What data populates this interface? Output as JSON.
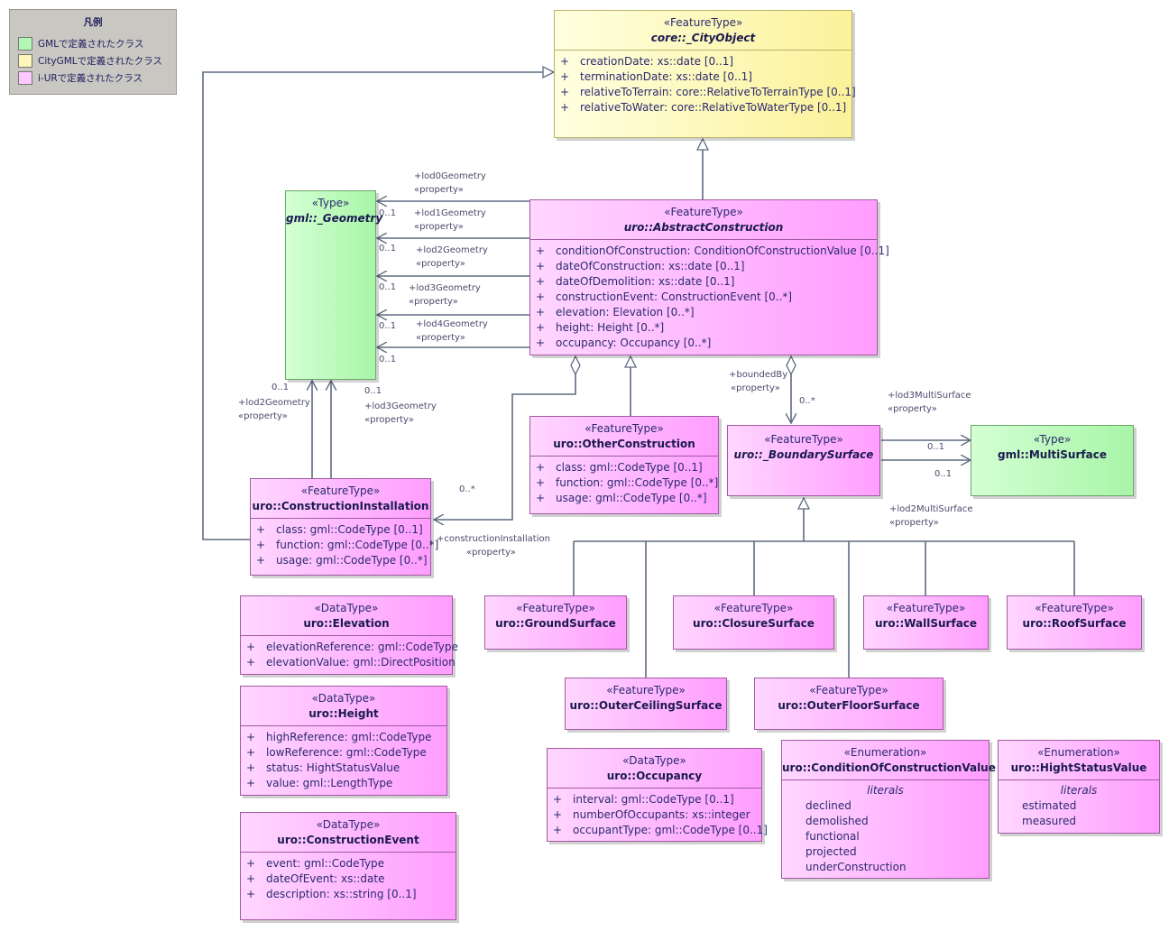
{
  "legend": {
    "title": "凡例",
    "items": [
      {
        "label": "GMLで定義されたクラス",
        "color": "#b4f7b4"
      },
      {
        "label": "CityGMLで定義されたクラス",
        "color": "#fcf6bc"
      },
      {
        "label": "i-URで定義されたクラス",
        "color": "#ffc8ff"
      }
    ]
  },
  "classes": {
    "cityObject": {
      "stereotype": "«FeatureType»",
      "name": "core::_CityObject",
      "attrs": [
        "creationDate: xs::date [0..1]",
        "terminationDate: xs::date [0..1]",
        "relativeToTerrain: core::RelativeToTerrainType [0..1]",
        "relativeToWater: core::RelativeToWaterType [0..1]"
      ]
    },
    "geometry": {
      "stereotype": "«Type»",
      "name": "gml::_Geometry"
    },
    "abstractConstruction": {
      "stereotype": "«FeatureType»",
      "name": "uro::AbstractConstruction",
      "attrs": [
        "conditionOfConstruction: ConditionOfConstructionValue [0..1]",
        "dateOfConstruction: xs::date [0..1]",
        "dateOfDemolition: xs::date [0..1]",
        "constructionEvent: ConstructionEvent [0..*]",
        "elevation: Elevation [0..*]",
        "height: Height [0..*]",
        "occupancy: Occupancy [0..*]"
      ]
    },
    "otherConstruction": {
      "stereotype": "«FeatureType»",
      "name": "uro::OtherConstruction",
      "attrs": [
        "class: gml::CodeType [0..1]",
        "function: gml::CodeType [0..*]",
        "usage: gml::CodeType [0..*]"
      ]
    },
    "boundarySurface": {
      "stereotype": "«FeatureType»",
      "name": "uro::_BoundarySurface"
    },
    "multiSurface": {
      "stereotype": "«Type»",
      "name": "gml::MultiSurface"
    },
    "constructionInstallation": {
      "stereotype": "«FeatureType»",
      "name": "uro::ConstructionInstallation",
      "attrs": [
        "class: gml::CodeType [0..1]",
        "function: gml::CodeType [0..*]",
        "usage: gml::CodeType [0..*]"
      ]
    },
    "elevation": {
      "stereotype": "«DataType»",
      "name": "uro::Elevation",
      "attrs": [
        "elevationReference: gml::CodeType",
        "elevationValue: gml::DirectPosition"
      ]
    },
    "height": {
      "stereotype": "«DataType»",
      "name": "uro::Height",
      "attrs": [
        "highReference: gml::CodeType",
        "lowReference: gml::CodeType",
        "status: HightStatusValue",
        "value: gml::LengthType"
      ]
    },
    "constructionEvent": {
      "stereotype": "«DataType»",
      "name": "uro::ConstructionEvent",
      "attrs": [
        "event: gml::CodeType",
        "dateOfEvent: xs::date",
        "description: xs::string [0..1]"
      ]
    },
    "groundSurface": {
      "stereotype": "«FeatureType»",
      "name": "uro::GroundSurface"
    },
    "closureSurface": {
      "stereotype": "«FeatureType»",
      "name": "uro::ClosureSurface"
    },
    "wallSurface": {
      "stereotype": "«FeatureType»",
      "name": "uro::WallSurface"
    },
    "roofSurface": {
      "stereotype": "«FeatureType»",
      "name": "uro::RoofSurface"
    },
    "outerCeilingSurface": {
      "stereotype": "«FeatureType»",
      "name": "uro::OuterCeilingSurface"
    },
    "outerFloorSurface": {
      "stereotype": "«FeatureType»",
      "name": "uro::OuterFloorSurface"
    },
    "occupancy": {
      "stereotype": "«DataType»",
      "name": "uro::Occupancy",
      "attrs": [
        "interval: gml::CodeType [0..1]",
        "numberOfOccupants: xs::integer",
        "occupantType: gml::CodeType [0..1]"
      ]
    },
    "conditionValue": {
      "stereotype": "«Enumeration»",
      "name": "uro::ConditionOfConstructionValue",
      "literals_title": "literals",
      "literals": [
        "declined",
        "demolished",
        "functional",
        "projected",
        "underConstruction"
      ]
    },
    "hightStatusValue": {
      "stereotype": "«Enumeration»",
      "name": "uro::HightStatusValue",
      "literals_title": "literals",
      "literals": [
        "estimated",
        "measured"
      ]
    }
  },
  "labels": {
    "plus": "+",
    "mult_0_1": "0..1",
    "mult_0_many": "0..*",
    "property": "«property»",
    "lod0Geometry": "+lod0Geometry",
    "lod1Geometry": "+lod1Geometry",
    "lod2Geometry": "+lod2Geometry",
    "lod3Geometry": "+lod3Geometry",
    "lod4Geometry": "+lod4Geometry",
    "boundedBy": "+boundedBy",
    "lod3MultiSurface": "+lod3MultiSurface",
    "lod2MultiSurface": "+lod2MultiSurface",
    "constructionInstallation": "+constructionInstallation"
  }
}
